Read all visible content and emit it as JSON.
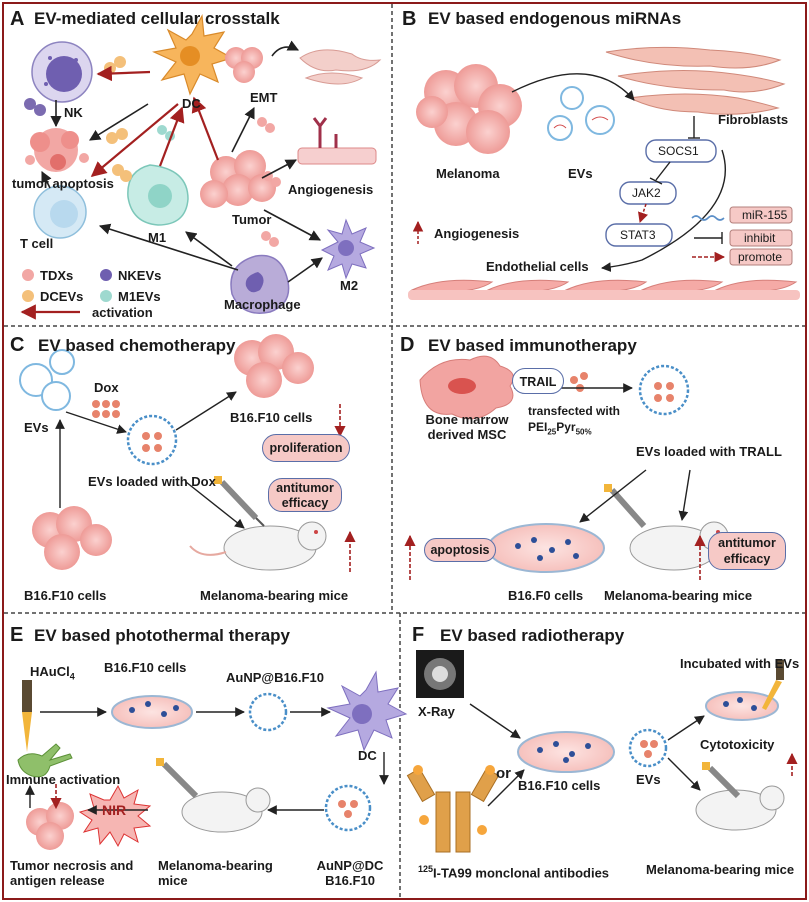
{
  "panels": {
    "A": {
      "letter": "A",
      "title": "EV-mediated cellular crosstalk",
      "labels": {
        "nk": "NK",
        "dc": "DC",
        "emt": "EMT",
        "tumor_apoptosis": "tumor apoptosis",
        "angiogenesis": "Angiogenesis",
        "t_cell": "T cell",
        "m1": "M1",
        "tumor": "Tumor",
        "m2": "M2",
        "macrophage": "Macrophage"
      },
      "legend": {
        "tdxs": "TDXs",
        "nkevs": "NKEVs",
        "dcevs": "DCEVs",
        "m1evs": "M1EVs",
        "activation": "activation"
      }
    },
    "B": {
      "letter": "B",
      "title": "EV based endogenous miRNAs",
      "labels": {
        "fibroblasts": "Fibroblasts",
        "melanoma": "Melanoma",
        "evs": "EVs",
        "socs1": "SOCS1",
        "jak2": "JAK2",
        "stat3": "STAT3",
        "angiogenesis": "Angiogenesis",
        "endothelial": "Endothelial cells"
      },
      "legend": {
        "mir155": "miR-155",
        "inhibit": "inhibit",
        "promote": "promote"
      }
    },
    "C": {
      "letter": "C",
      "title": "EV based chemotherapy",
      "labels": {
        "dox": "Dox",
        "evs": "EVs",
        "b16_top": "B16.F10 cells",
        "proliferation": "proliferation",
        "loaded": "EVs loaded with Dox",
        "antitumor": "antitumor efficacy",
        "b16_bottom": "B16.F10 cells",
        "mice": "Melanoma-bearing mice"
      }
    },
    "D": {
      "letter": "D",
      "title": "EV based immunotherapy",
      "labels": {
        "trail": "TRAIL",
        "transfected": "transfected with",
        "pei": "PEI",
        "pei_sub1": "25",
        "pyr": "Pyr",
        "pei_sub2": "50%",
        "bm_msc": "Bone marrow derived MSC",
        "loaded": "EVs loaded with TRALL",
        "apoptosis": "apoptosis",
        "antitumor": "antitumor efficacy",
        "b16": "B16.F0 cells",
        "mice": "Melanoma-bearing mice"
      }
    },
    "E": {
      "letter": "E",
      "title": "EV based photothermal therapy",
      "labels": {
        "haucl": "HAuCl",
        "haucl_sub": "4",
        "b16": "B16.F10 cells",
        "aunp_b16": "AuNP@B16.F10",
        "dc": "DC",
        "immune": "Immune activation",
        "nir": "NIR",
        "necrosis": "Tumor necrosis and antigen release",
        "mice": "Melanoma-bearing mice",
        "aunp_dc": "AuNP@DC B16.F10"
      }
    },
    "F": {
      "letter": "F",
      "title": "EV based radiotherapy",
      "labels": {
        "xray": "X-Ray",
        "incubated": "Incubated with EVs",
        "cytotoxicity": "Cytotoxicity",
        "or": "or",
        "b16": "B16.F10 cells",
        "evs": "EVs",
        "antibodies_sup": "125",
        "antibodies": "I-TA99 monclonal antibodies",
        "mice": "Melanoma-bearing mice"
      }
    }
  },
  "colors": {
    "frame": "#8b1a1a",
    "divider": "#444444",
    "tumor_pink": "#f2a7a4",
    "dc_orange": "#f4a640",
    "nk_purple": "#7b6bb0",
    "m1_teal": "#9ed9cf",
    "pill_fill": "#f6c9c6",
    "pill_border": "#5a6ea8",
    "ev_blue": "#7fb8e0",
    "red_arrow": "#a32020"
  },
  "icons": [
    "nk-cell-icon",
    "dendritic-cell-icon",
    "tumor-cluster-icon",
    "fibroblast-icon",
    "extracellular-vesicle-icon",
    "mouse-icon",
    "syringe-icon",
    "petri-dish-icon",
    "pipette-icon",
    "antibody-icon",
    "xray-icon",
    "endothelial-cell-icon",
    "msc-cell-icon"
  ]
}
